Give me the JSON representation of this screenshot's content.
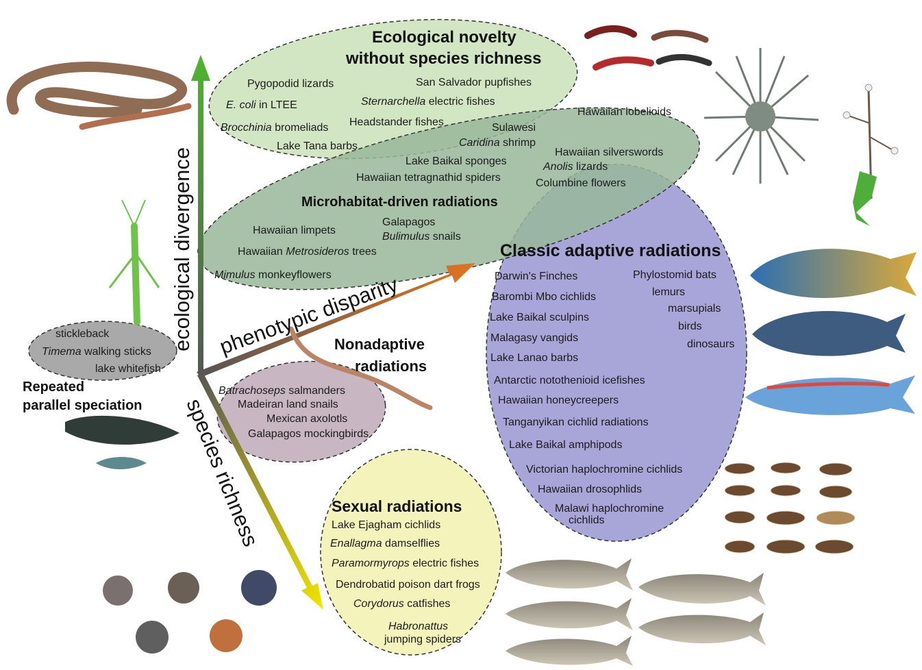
{
  "axes": {
    "y": "ecological divergence",
    "diag": "phenotypic disparity",
    "down": "species richness"
  },
  "groups": {
    "novelty": {
      "title_1": "Ecological novelty",
      "title_2": "without species richness",
      "items": [
        {
          "pre": "",
          "it": "",
          "post": "Pygopodid lizards"
        },
        {
          "pre": "",
          "it": "",
          "post": "San Salvador pupfishes"
        },
        {
          "pre": "",
          "it": "E. coli",
          "post": " in LTEE"
        },
        {
          "pre": "",
          "it": "Sternarchella",
          "post": " electric fishes"
        },
        {
          "pre": "",
          "it": "Brocchinia",
          "post": " bromeliads"
        },
        {
          "pre": "",
          "it": "",
          "post": "Headstander fishes"
        },
        {
          "pre": "",
          "it": "",
          "post": "Lake Tana barbs"
        }
      ]
    },
    "micro": {
      "title": "Microhabitat-driven radiations",
      "items": [
        {
          "pre": "",
          "it": "",
          "post": "Hawaiian lobelioids"
        },
        {
          "pre": "",
          "it": "",
          "post": "Sulawesi"
        },
        {
          "pre": "",
          "it": "Caridina",
          "post": " shrimp"
        },
        {
          "pre": "",
          "it": "",
          "post": "Hawaiian silverswords"
        },
        {
          "pre": "",
          "it": "Anolis",
          "post": " lizards"
        },
        {
          "pre": "",
          "it": "",
          "post": "Lake Baikal sponges"
        },
        {
          "pre": "",
          "it": "",
          "post": "Hawaiian tetragnathid spiders"
        },
        {
          "pre": "",
          "it": "",
          "post": "Columbine flowers"
        },
        {
          "pre": "",
          "it": "",
          "post": "Hawaiian limpets"
        },
        {
          "pre": "",
          "it": "",
          "post": "Galapagos"
        },
        {
          "pre": "",
          "it": "Bulimulus",
          "post": " snails"
        },
        {
          "pre": "Hawaiian ",
          "it": "Metrosideros",
          "post": " trees"
        },
        {
          "pre": "",
          "it": "Mimulus",
          "post": " monkeyflowers"
        }
      ]
    },
    "classic": {
      "title": "Classic adaptive radiations",
      "items": [
        "Darwin's Finches",
        "Phylostomid bats",
        "Barombi Mbo cichlids",
        "lemurs",
        "marsupials",
        "Lake Baikal sculpins",
        "birds",
        "Malagasy vangids",
        "dinosaurs",
        "Lake Lanao barbs",
        "Antarctic notothenioid icefishes",
        "Hawaiian honeycreepers",
        "Tanganyikan cichlid radiations",
        "Lake Baikal amphipods",
        "Victorian haplochromine cichlids",
        "Hawaiian drosophlids",
        "Malawi haplochromine",
        "cichlids"
      ]
    },
    "parallel": {
      "title_1": "Repeated",
      "title_2": "parallel speciation",
      "items": [
        {
          "pre": "",
          "it": "",
          "post": "stickleback"
        },
        {
          "pre": "",
          "it": "Timema",
          "post": " walking sticks"
        },
        {
          "pre": "",
          "it": "",
          "post": "lake whitefish"
        }
      ]
    },
    "nonadaptive": {
      "title_1": "Nonadaptive",
      "title_2": "radiations",
      "items": [
        {
          "pre": "",
          "it": "Batrachoseps",
          "post": " salmanders"
        },
        {
          "pre": "",
          "it": "",
          "post": "Madeiran land snails"
        },
        {
          "pre": "",
          "it": "",
          "post": "Mexican axolotls"
        },
        {
          "pre": "",
          "it": "",
          "post": "Galapagos mockingbirds"
        }
      ]
    },
    "sexual": {
      "title": "Sexual radiations",
      "items": [
        {
          "pre": "",
          "it": "",
          "post": "Lake Ejagham cichlids"
        },
        {
          "pre": "",
          "it": "Enallagma",
          "post": " damselflies"
        },
        {
          "pre": "",
          "it": "Paramormyrops",
          "post": " electric fishes"
        },
        {
          "pre": "",
          "it": "",
          "post": "Dendrobatid poison dart frogs"
        },
        {
          "pre": "",
          "it": "Corydorus",
          "post": " catfishes"
        },
        {
          "pre": "",
          "it": "Habronattus",
          "post": ""
        },
        {
          "pre": "",
          "it": "",
          "post": "jumping spiders"
        }
      ]
    }
  },
  "colors": {
    "novelty_fill": "#d3e6c3",
    "micro_fill": "#98b79a",
    "classic_fill": "#a8a5d8",
    "overlap_fill": "#6d8f8e",
    "parallel_fill": "#a9a9a9",
    "nonadaptive_fill": "#c9b6c3",
    "sexual_fill": "#f4f3bc",
    "axis_up_top": "#4eb52f",
    "axis_diag_end": "#e2731f",
    "axis_down_end": "#f2e500",
    "axis_origin": "#555555"
  },
  "icons": [
    "snake-lizard-photo",
    "shrimp-photo",
    "silversword-plant-photo",
    "lobelioid-plant-photo",
    "walking-stick-photo",
    "stickleback-photo",
    "salamander-photo",
    "cichlid-photo",
    "butterfly-wing-photo",
    "jumping-spider-photo",
    "fish-photo"
  ]
}
